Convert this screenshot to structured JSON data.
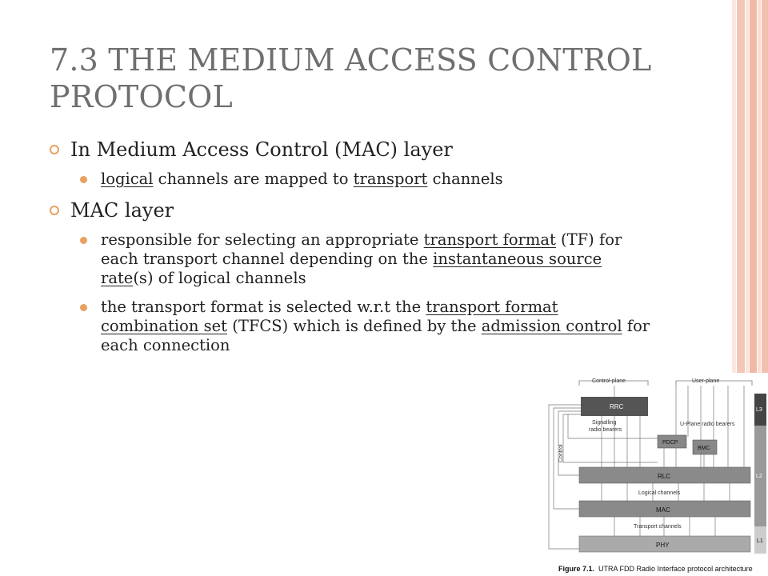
{
  "title": "7.3 THE MEDIUM ACCESS CONTROL PROTOCOL",
  "bullets": {
    "b1": {
      "text": "In Medium Access Control (MAC) layer",
      "sub1": {
        "p1": "logical",
        "p2": " channels are mapped to ",
        "p3": "transport",
        "p4": " channels"
      }
    },
    "b2": {
      "text": "MAC layer",
      "sub1": {
        "p1": "responsible for selecting an appropriate ",
        "p2": "transport format",
        "p3": " (TF) for each transport channel depending on the ",
        "p4": "instantaneous source rate",
        "p5": "(s) of logical channels"
      },
      "sub2": {
        "p1": "the transport format is selected w.r.t the ",
        "p2": "transport format combination set",
        "p3": " (TFCS) which is defined by the ",
        "p4": "admission control",
        "p5": " for each connection"
      }
    }
  },
  "figure": {
    "control_plane": "Control-plane",
    "user_plane": "User-plane",
    "rrc": "RRC",
    "signalling": "Signalling",
    "radio_bearers": "radio bearers",
    "uplane_bearers": "U-Plane radio bearers",
    "pdcp": "PDCP",
    "bmc": "BMC",
    "control": "Control",
    "rlc": "RLC",
    "logical_channels": "Logical channels",
    "mac": "MAC",
    "transport_channels": "Transport channels",
    "phy": "PHY",
    "l3": "L3",
    "l2": "L2",
    "l1": "L1",
    "caption_label": "Figure 7.1.",
    "caption_text": "UTRA FDD Radio Interface protocol architecture"
  },
  "colors": {
    "accent": "#e8a060",
    "stripe_light": "#f6d2c8",
    "stripe_mid": "#f0b8a8"
  }
}
